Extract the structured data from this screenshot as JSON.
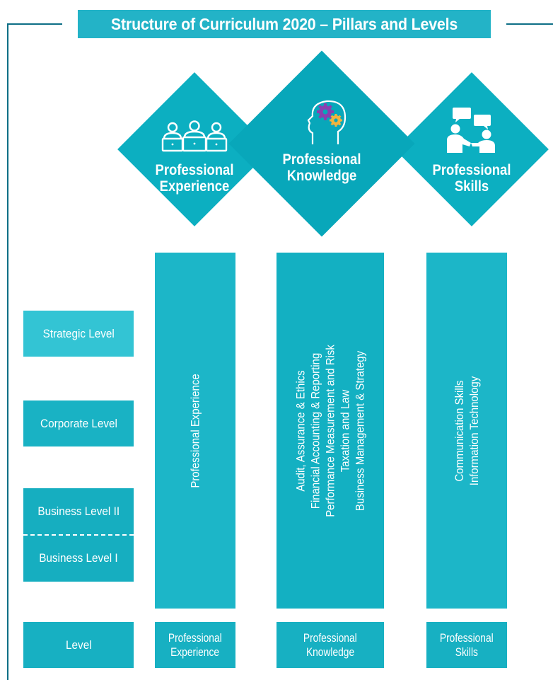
{
  "title": "Structure of Curriculum 2020 – Pillars and Levels",
  "pillars": [
    {
      "line1": "Professional",
      "line2": "Experience",
      "icon": "people-with-laptops-icon"
    },
    {
      "line1": "Professional",
      "line2": "Knowledge",
      "icon": "head-with-gears-icon"
    },
    {
      "line1": "Professional",
      "line2": "Skills",
      "icon": "people-talking-icon"
    }
  ],
  "columns": {
    "experience": [
      "Professional Experience"
    ],
    "knowledge": [
      "Audit, Assurance & Ethics",
      "Financial Accounting & Reporting",
      "Performance Measurement and Risk",
      "Taxation and Law",
      "Business Management & Strategy"
    ],
    "skills": [
      "Communication Skills",
      "Information Technology"
    ]
  },
  "levels": {
    "strategic": "Strategic Level",
    "corporate": "Corporate Level",
    "business2": "Business Level II",
    "business1": "Business Level I"
  },
  "footer": {
    "level": "Level",
    "experience": {
      "line1": "Professional",
      "line2": "Experience"
    },
    "knowledge": {
      "line1": "Professional",
      "line2": "Knowledge"
    },
    "skills": {
      "line1": "Professional",
      "line2": "Skills"
    }
  },
  "colors": {
    "frame": "#0e6f86",
    "accent": "#1cb6c8",
    "gear_purple": "#8a3fb0",
    "gear_yellow": "#f2b33d"
  }
}
